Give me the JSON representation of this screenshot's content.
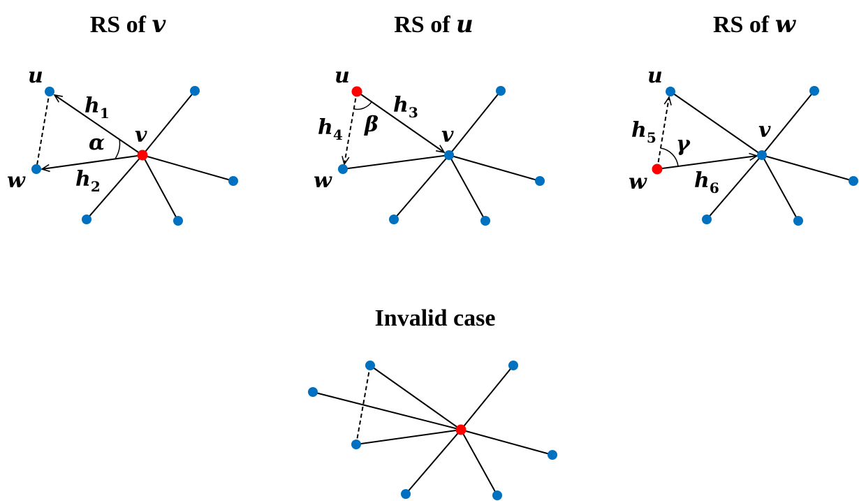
{
  "colors": {
    "node": "#0070C0",
    "root": "#FF0000",
    "edge": "#000000"
  },
  "panels": {
    "rs_v": {
      "title_prefix": "RS of ",
      "title_var": "v",
      "labels": {
        "u": "u",
        "v": "v",
        "w": "w",
        "angle": "α",
        "h_a": "h",
        "h_a_sub": "1",
        "h_b": "h",
        "h_b_sub": "2"
      }
    },
    "rs_u": {
      "title_prefix": "RS of ",
      "title_var": "u",
      "labels": {
        "u": "u",
        "v": "v",
        "w": "w",
        "angle": "β",
        "h_a": "h",
        "h_a_sub": "3",
        "h_b": "h",
        "h_b_sub": "4"
      }
    },
    "rs_w": {
      "title_prefix": "RS of ",
      "title_var": "w",
      "labels": {
        "u": "u",
        "v": "v",
        "w": "w",
        "angle": "γ",
        "h_a": "h",
        "h_a_sub": "5",
        "h_b": "h",
        "h_b_sub": "6"
      }
    },
    "invalid": {
      "title": "Invalid case"
    }
  }
}
